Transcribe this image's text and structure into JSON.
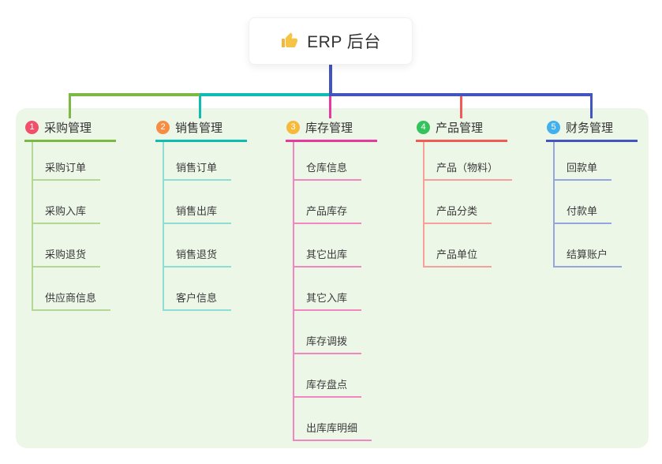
{
  "root": {
    "title": "ERP 后台",
    "icon": "thumbs-up-icon"
  },
  "colors": {
    "page_bg": "#ffffff",
    "panel_bg": "#edf7e8",
    "connector_blue": "#4154c0",
    "bus_segments": {
      "left": "#7db842",
      "middle": "#0fbcb2",
      "right": "#4154c0"
    }
  },
  "branches": [
    {
      "index": "1",
      "label": "采购管理",
      "circle_color": "#f1506b",
      "line_color": "#7db842",
      "child_line_color": "#b3d893",
      "children": [
        "采购订单",
        "采购入库",
        "采购退货",
        "供应商信息"
      ]
    },
    {
      "index": "2",
      "label": "销售管理",
      "circle_color": "#f78d42",
      "line_color": "#0fbcb2",
      "child_line_color": "#8eddd4",
      "children": [
        "销售订单",
        "销售出库",
        "销售退货",
        "客户信息"
      ]
    },
    {
      "index": "3",
      "label": "库存管理",
      "circle_color": "#f6b93c",
      "line_color": "#e73a9e",
      "child_line_color": "#f287c0",
      "children": [
        "仓库信息",
        "产品库存",
        "其它出库",
        "其它入库",
        "库存调拨",
        "库存盘点",
        "出库库明细"
      ]
    },
    {
      "index": "4",
      "label": "产品管理",
      "circle_color": "#33c25c",
      "line_color": "#f15b57",
      "child_line_color": "#f6a09c",
      "children": [
        "产品（物料）",
        "产品分类",
        "产品单位"
      ]
    },
    {
      "index": "5",
      "label": "财务管理",
      "circle_color": "#41b0ed",
      "line_color": "#4154c0",
      "child_line_color": "#95a5de",
      "children": [
        "回款单",
        "付款单",
        "结算账户"
      ]
    }
  ]
}
